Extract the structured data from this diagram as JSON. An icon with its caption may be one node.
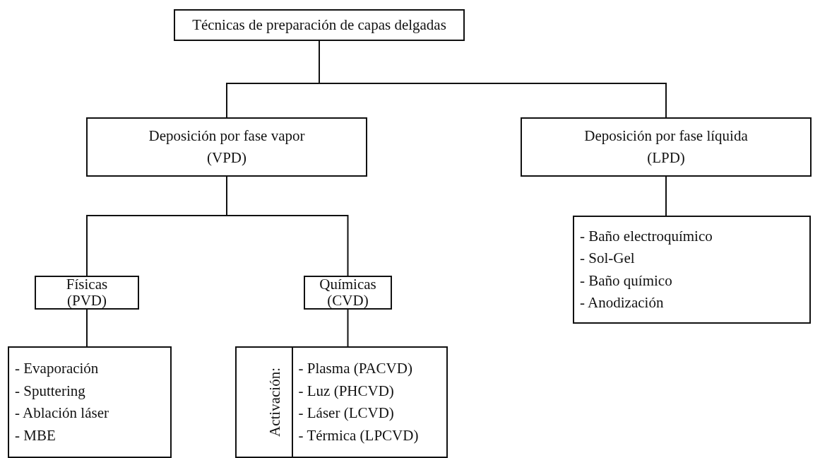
{
  "diagram": {
    "nodes": [
      {
        "text": [
          "Técnicas de preparación de capas delgadas"
        ]
      },
      {
        "text": [
          "Deposición por fase vapor (VPD)"
        ]
      },
      {
        "text": [
          "Deposición por fase líquida (LPD)"
        ]
      },
      {
        "text": [
          "Físicas (PVD)"
        ]
      },
      {
        "text": [
          "Químicas (CVD)"
        ]
      },
      {
        "text": [
          "- Evaporación",
          "- Sputtering",
          "- Ablación láser",
          "- MBE"
        ]
      },
      {
        "text": [
          "Activación:",
          "- Plasma (PACVD)",
          "- Luz (PHCVD)",
          "- Láser (LCVD)",
          "- Térmica (LPCVD)"
        ]
      },
      {
        "text": [
          "- Baño electroquímico",
          "- Sol-Gel",
          "- Baño químico",
          "- Anodización"
        ]
      }
    ],
    "edges": [
      {
        "from": 0,
        "to": 1,
        "arrow": "none"
      },
      {
        "from": 0,
        "to": 2,
        "arrow": "none"
      },
      {
        "from": 1,
        "to": 3,
        "arrow": "none"
      },
      {
        "from": 1,
        "to": 4,
        "arrow": "none"
      },
      {
        "from": 3,
        "to": 5,
        "arrow": "none"
      },
      {
        "from": 4,
        "to": 6,
        "arrow": "none"
      },
      {
        "from": 2,
        "to": 7,
        "arrow": "none"
      }
    ]
  }
}
